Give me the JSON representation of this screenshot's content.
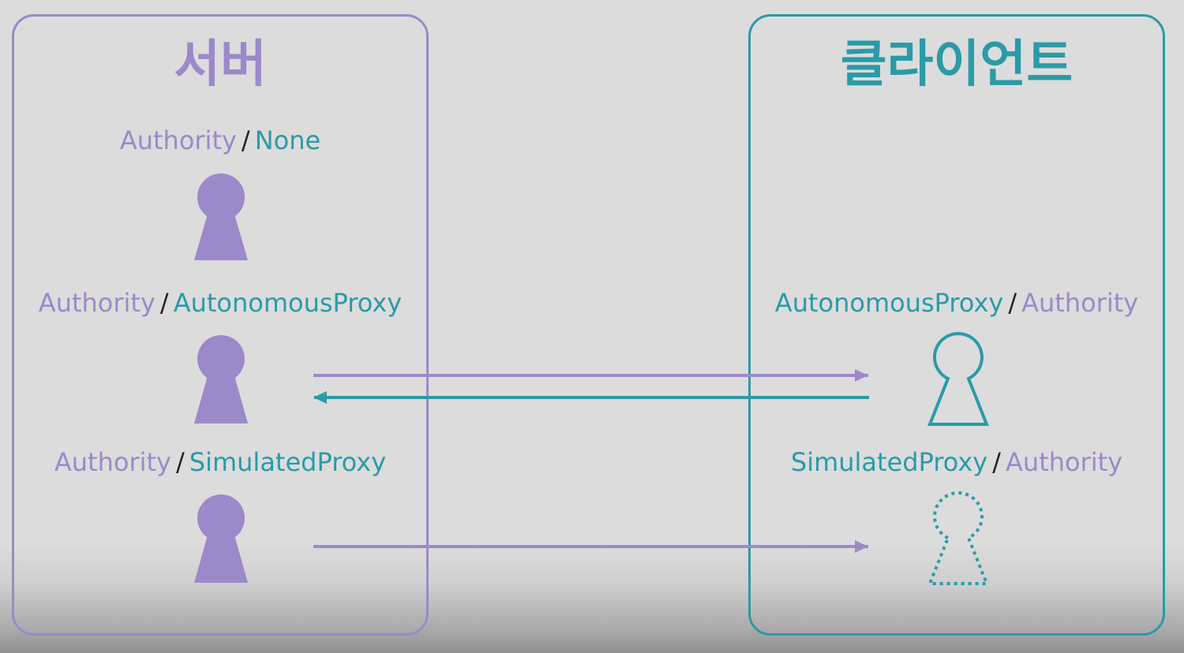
{
  "colors": {
    "server": "#9c89c9",
    "client": "#2a9ba7",
    "separator": "#222222"
  },
  "server": {
    "title": "서버",
    "rows": [
      {
        "local_role": "Authority",
        "separator": "/",
        "remote_role": "None"
      },
      {
        "local_role": "Authority",
        "separator": "/",
        "remote_role": "AutonomousProxy"
      },
      {
        "local_role": "Authority",
        "separator": "/",
        "remote_role": "SimulatedProxy"
      }
    ]
  },
  "client": {
    "title": "클라이언트",
    "rows": [
      {
        "local_role": "AutonomousProxy",
        "separator": "/",
        "remote_role": "Authority"
      },
      {
        "local_role": "SimulatedProxy",
        "separator": "/",
        "remote_role": "Authority"
      }
    ]
  },
  "icons": {
    "server_actor": "keyhole-solid-icon",
    "client_autonomous_actor": "keyhole-outline-icon",
    "client_simulated_actor": "keyhole-dotted-icon"
  }
}
